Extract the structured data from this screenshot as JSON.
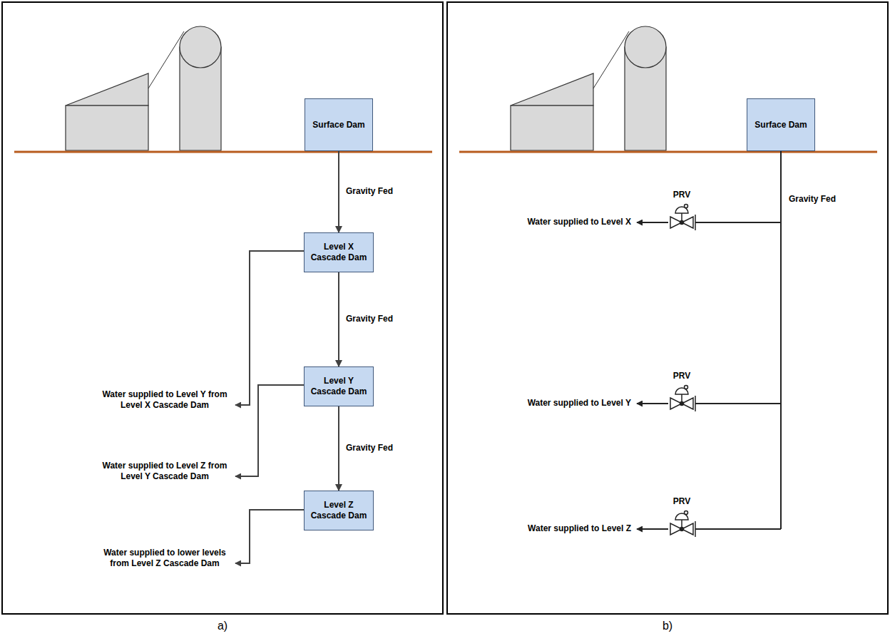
{
  "diagram": {
    "nodes": [
      {
        "text": [
          "a)"
        ]
      },
      {
        "text": [
          "Surface Dam"
        ],
        "in": 0
      },
      {
        "text": [
          "Level X Cascade Dam"
        ],
        "in": 0
      },
      {
        "text": [
          "Level Y Cascade Dam"
        ],
        "in": 0
      },
      {
        "text": [
          "Level Z Cascade Dam"
        ],
        "in": 0
      },
      {
        "text": [
          "b)"
        ]
      },
      {
        "text": [
          "Surface Dam"
        ],
        "in": 5
      }
    ],
    "edges": [
      {
        "from": 1,
        "to": 2,
        "label": "Gravity Fed",
        "arrow": "to"
      },
      {
        "from": 2,
        "to": 3,
        "label": "Gravity Fed",
        "arrow": "to"
      },
      {
        "from": 3,
        "to": 4,
        "label": "Gravity Fed",
        "arrow": "to"
      }
    ],
    "labels": [
      "Water supplied to Level Y from Level X Cascade Dam",
      "Water supplied to Level Z from Level Y Cascade Dam",
      "Water supplied to lower levels from Level Z Cascade Dam",
      "Gravity Fed",
      "PRV",
      "Water supplied to Level X",
      "PRV",
      "Water supplied to Level Y",
      "PRV",
      "Water supplied to Level Z"
    ]
  }
}
